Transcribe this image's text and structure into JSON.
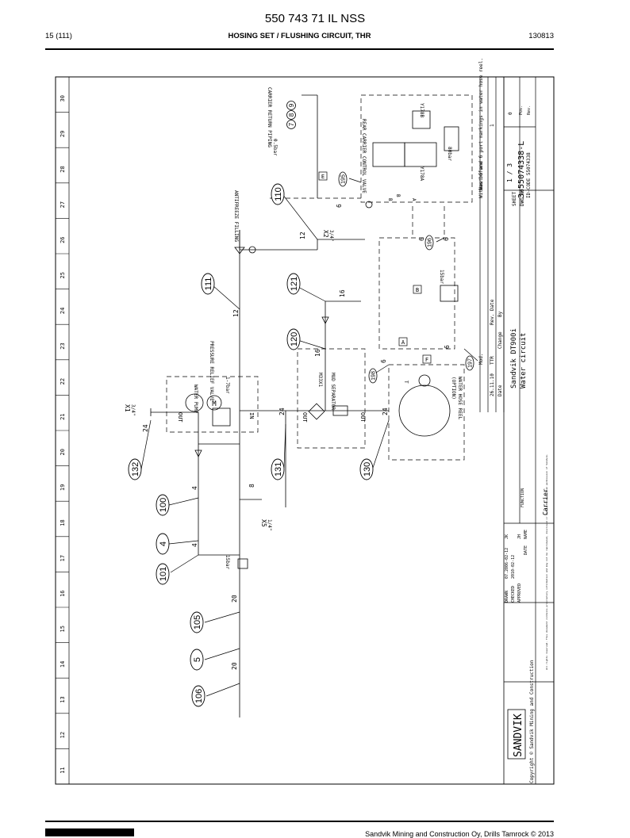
{
  "header": {
    "title": "550 743 71 IL NSS",
    "page": "15 (111)",
    "section": "HOSING SET / FLUSHING CIRCUIT, THR",
    "date": "130813"
  },
  "footer": {
    "copyright": "Sandvik Mining and Construction Oy, Drills Tamrock © 2013"
  },
  "diagram": {
    "grid_numbers": [
      "11",
      "12",
      "13",
      "14",
      "15",
      "16",
      "17",
      "18",
      "19",
      "20",
      "21",
      "22",
      "23",
      "24",
      "25",
      "26",
      "27",
      "28",
      "29",
      "30"
    ],
    "bubbles": [
      "106",
      "5",
      "105",
      "101",
      "4",
      "100",
      "132",
      "131",
      "130",
      "111",
      "121",
      "120",
      "110"
    ],
    "small_bubbles": [
      "198",
      "197",
      "196",
      "195"
    ],
    "return_bubbles": [
      "7",
      "8",
      "9"
    ],
    "hose_sizes": [
      {
        "label": "20"
      },
      {
        "label": "20"
      },
      {
        "label": "4"
      },
      {
        "label": "4"
      },
      {
        "label": "8"
      },
      {
        "label": "24"
      },
      {
        "label": "24"
      },
      {
        "label": "24"
      },
      {
        "label": "12"
      },
      {
        "label": "12"
      },
      {
        "label": "16"
      },
      {
        "label": "16"
      },
      {
        "label": "6"
      },
      {
        "label": "6"
      },
      {
        "label": "6"
      },
      {
        "label": "6"
      },
      {
        "label": "6"
      }
    ],
    "ports": {
      "in": "IN",
      "out": "OUT",
      "out2": "OUT",
      "out3": "OUT",
      "x1": "X1",
      "x1_size": "3/4\"",
      "x2": "X2",
      "x2_size": "3/4\"",
      "x5": "X5",
      "x5_size": "1/4\""
    },
    "labels": {
      "water_pump": "WATER PUMP",
      "pressure_relief_valve": "PRESSURE RELIEF VALVE",
      "pressure_setting": "1-7bar",
      "mud_separator": "MUD SEPARATOR",
      "mud_size": "M33X1",
      "water_hose_reel": "WATER HOSE REEL",
      "water_hose_reel_opt": "(OPTION)",
      "antifreeze_filling": "ANTIFREEZE FILLING",
      "carrier_return_piping": "CARRIER RETURN PIPING",
      "return_pressure": "0.5bar",
      "rear_carrier_control_valve": "REAR CARRIER CONTROL VALVE",
      "sol_1": "Y178A",
      "sol_2": "Y178B",
      "port_b": "B",
      "relief_setting": "80bar",
      "relief_setting_2": "15bar",
      "valve_d_setting": "15bar",
      "box_a": "A",
      "box_b": "B",
      "box_e": "E",
      "box_f": "F",
      "dir_a": "A",
      "dir_b": "B",
      "dir_t": "T",
      "pump_symbol": "M"
    },
    "title_block": {
      "drawing_no": "3-55074338-L",
      "id_code": "ID-CODE 55074338",
      "sheet": "1 / 3",
      "sheet_label": "SHEET",
      "dwg_label": "DWG NO",
      "title_1": "Sandvik DT900i",
      "title_2": "Water circuit",
      "carrier": "Carrier",
      "function": "FUNCTION",
      "brand": "SANDVIK",
      "copyright": "Copyright © Sandvik Mining and Construction",
      "revision_note": "Without 5 and 6 port markings in water hose reel.",
      "was_before": "Was before",
      "rev_no": "1",
      "rev_date": "26.11.10",
      "rev_by": "TTR",
      "rev_col_1": "Date",
      "rev_col_2": "Change",
      "rev_col_3": "Rev. Date",
      "rev_col_4": "Mod.",
      "rev_col_5": "By",
      "drawn": "DRAWN",
      "checked": "CHECKED",
      "approved": "APPROVED",
      "date_hdr": "DATE",
      "name_hdr": "NAME",
      "drawn_date": "07.2006-02-12",
      "checked_date": "2010-02-12",
      "drawn_name": "JK",
      "approved_name": "JH",
      "rev_letter": "0",
      "rev_sym_1": "Pos.",
      "rev_sym_2": "Rev.",
      "notice": "All rights reserved. This document contains proprietary information and may not be reproduced, disclosed or used without written permission of Sandvik."
    }
  }
}
